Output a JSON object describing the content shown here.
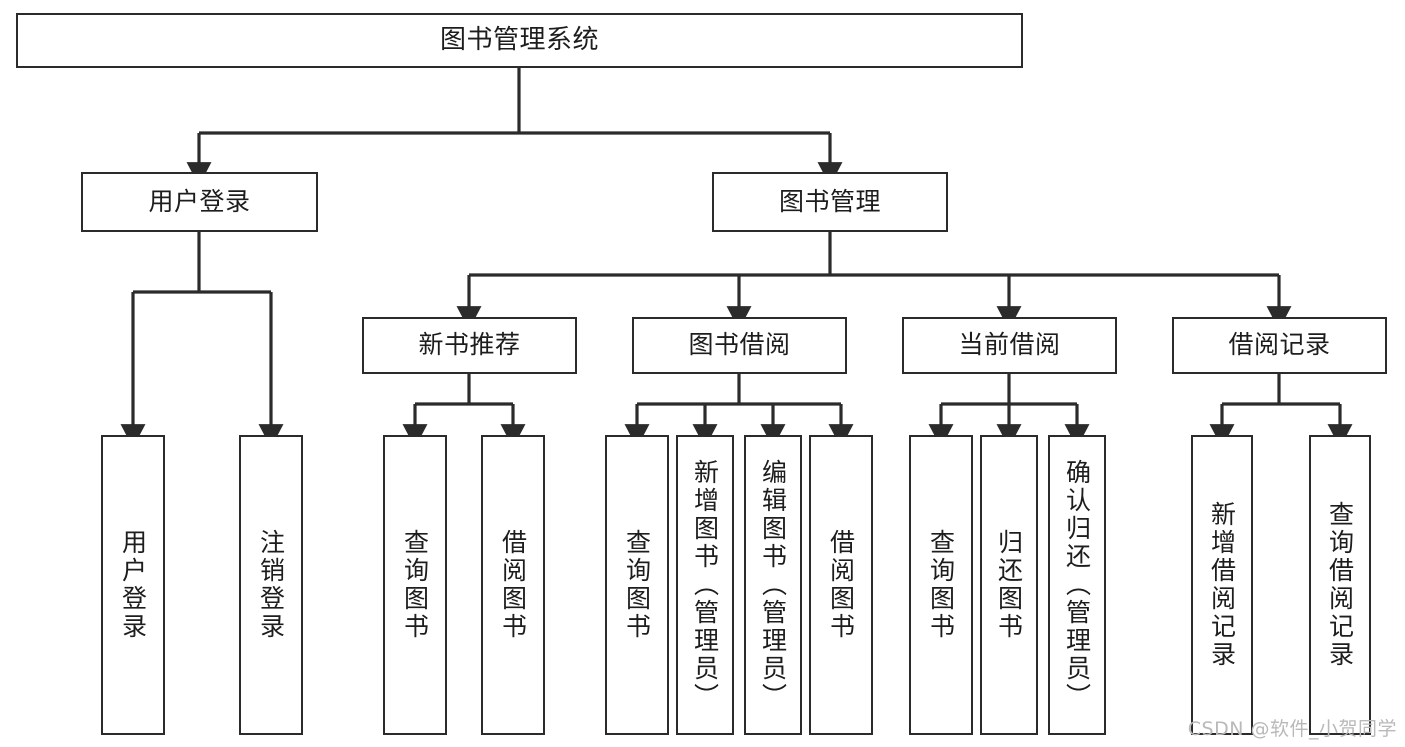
{
  "diagram": {
    "title": "图书管理系统",
    "type": "tree",
    "watermark": "CSDN @软件_小贺同学",
    "colors": {
      "border": "#2b2b2b",
      "background": "#ffffff",
      "text": "#1d1d1d",
      "edge": "#2b2b2b",
      "watermark": "#b9b9b9"
    },
    "nodes": {
      "root": {
        "label": "图书管理系统"
      },
      "level1": [
        {
          "label": "用户登录"
        },
        {
          "label": "图书管理"
        }
      ],
      "level2": [
        {
          "label": "新书推荐"
        },
        {
          "label": "图书借阅"
        },
        {
          "label": "当前借阅"
        },
        {
          "label": "借阅记录"
        }
      ],
      "leaves": {
        "user_login": [
          {
            "label": "用户登录"
          },
          {
            "label": "注销登录"
          }
        ],
        "new_book_recommend": [
          {
            "label": "查询图书"
          },
          {
            "label": "借阅图书"
          }
        ],
        "book_borrow": [
          {
            "label": "查询图书"
          },
          {
            "label": "新增图书（管理员）"
          },
          {
            "label": "编辑图书（管理员）"
          },
          {
            "label": "借阅图书"
          }
        ],
        "current_borrow": [
          {
            "label": "查询图书"
          },
          {
            "label": "归还图书"
          },
          {
            "label": "确认归还（管理员）"
          }
        ],
        "borrow_record": [
          {
            "label": "新增借阅记录"
          },
          {
            "label": "查询借阅记录"
          }
        ]
      }
    }
  }
}
